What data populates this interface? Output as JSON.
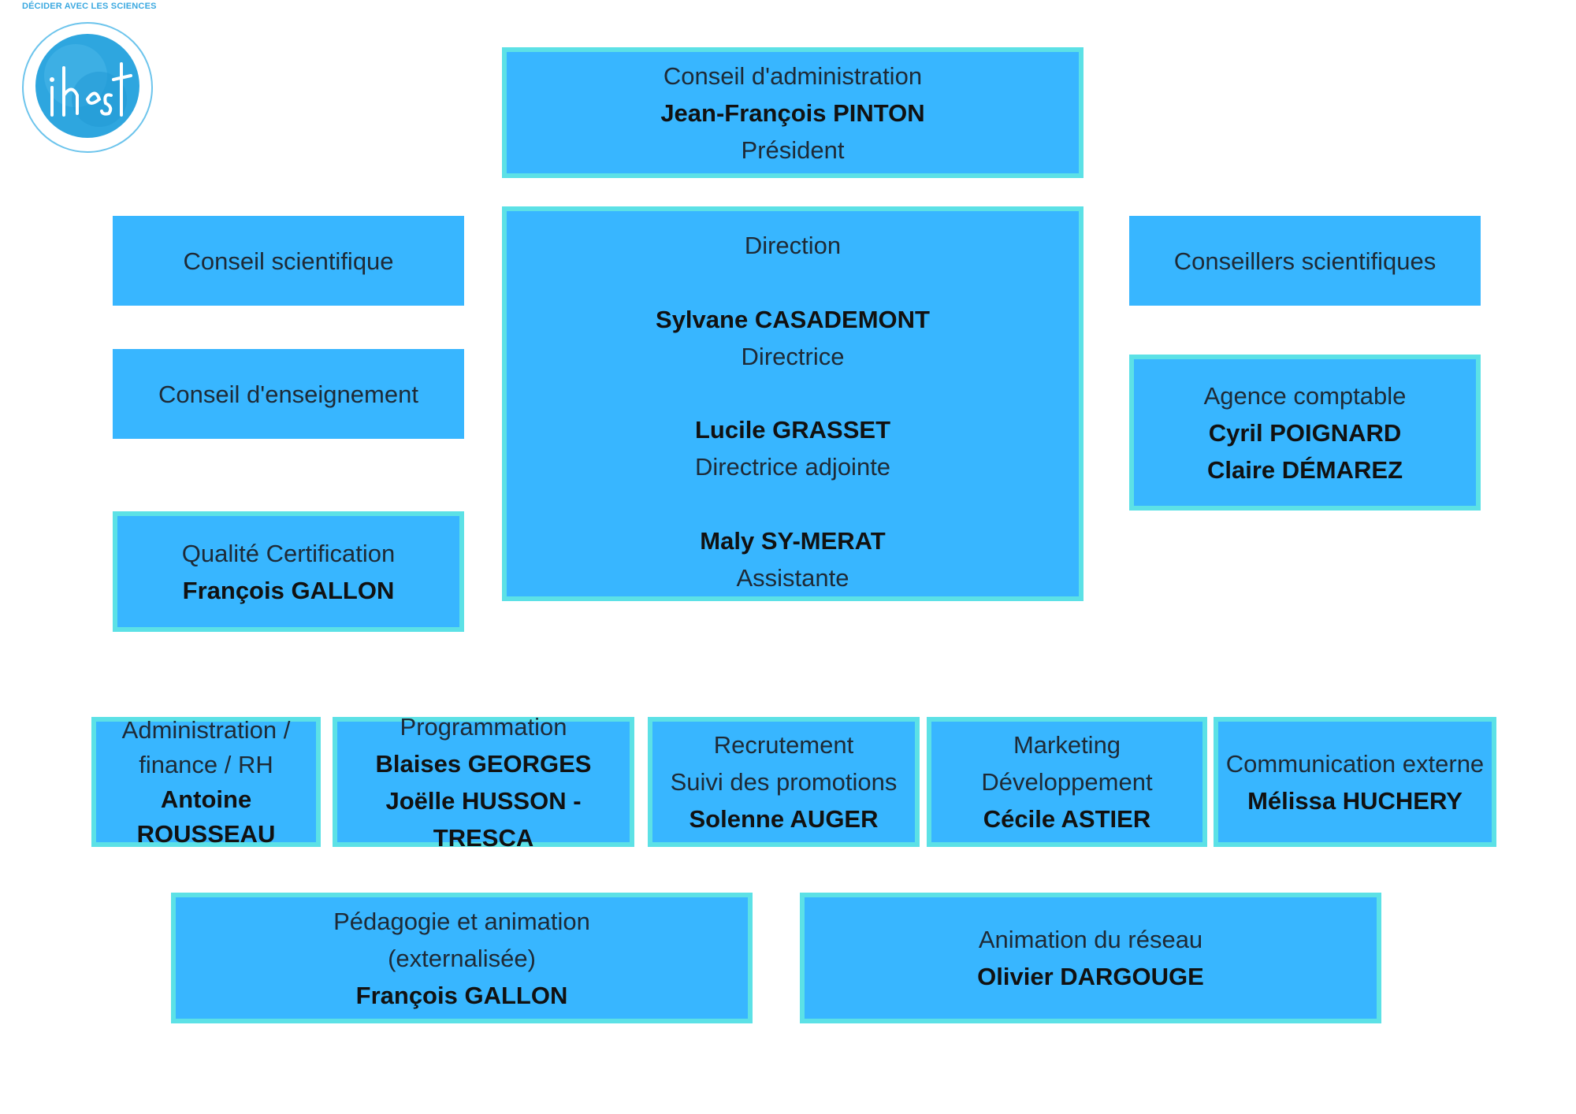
{
  "header": {
    "tagline": "DÉCIDER AVEC LES SCIENCES",
    "logo_text": "ihest"
  },
  "colors": {
    "box_fill": "#38b6ff",
    "box_border": "#5ce1e6",
    "text": "#1e2a36"
  },
  "conseil_admin": {
    "title": "Conseil d'administration",
    "name": "Jean-François PINTON",
    "role": "Président"
  },
  "direction": {
    "title": "Direction",
    "members": [
      {
        "name": "Sylvane CASADEMONT",
        "role": "Directrice"
      },
      {
        "name": "Lucile GRASSET",
        "role": "Directrice adjointe"
      },
      {
        "name": "Maly SY-MERAT",
        "role": "Assistante"
      }
    ]
  },
  "conseil_scientifique": {
    "title": "Conseil scientifique"
  },
  "conseil_enseignement": {
    "title": "Conseil d'enseignement"
  },
  "qualite": {
    "title": "Qualité Certification",
    "name": "François GALLON"
  },
  "conseillers": {
    "title": "Conseillers scientifiques"
  },
  "agence": {
    "title": "Agence comptable",
    "names": [
      "Cyril POIGNARD",
      "Claire DÉMAREZ"
    ]
  },
  "administration": {
    "lines": [
      "Administration /",
      "finance / RH"
    ],
    "name": "Antoine ROUSSEAU"
  },
  "programmation": {
    "title": "Programmation",
    "names": [
      "Blaises GEORGES",
      "Joëlle HUSSON -TRESCA"
    ]
  },
  "recrutement": {
    "lines": [
      "Recrutement",
      "Suivi des promotions"
    ],
    "name": "Solenne AUGER"
  },
  "marketing": {
    "lines": [
      "Marketing",
      "Développement"
    ],
    "name": "Cécile ASTIER"
  },
  "communication": {
    "title": "Communication externe",
    "name": "Mélissa HUCHERY"
  },
  "pedagogie": {
    "lines": [
      "Pédagogie et animation",
      "(externalisée)"
    ],
    "name": "François GALLON"
  },
  "reseau": {
    "title": "Animation du réseau",
    "name": "Olivier DARGOUGE"
  }
}
